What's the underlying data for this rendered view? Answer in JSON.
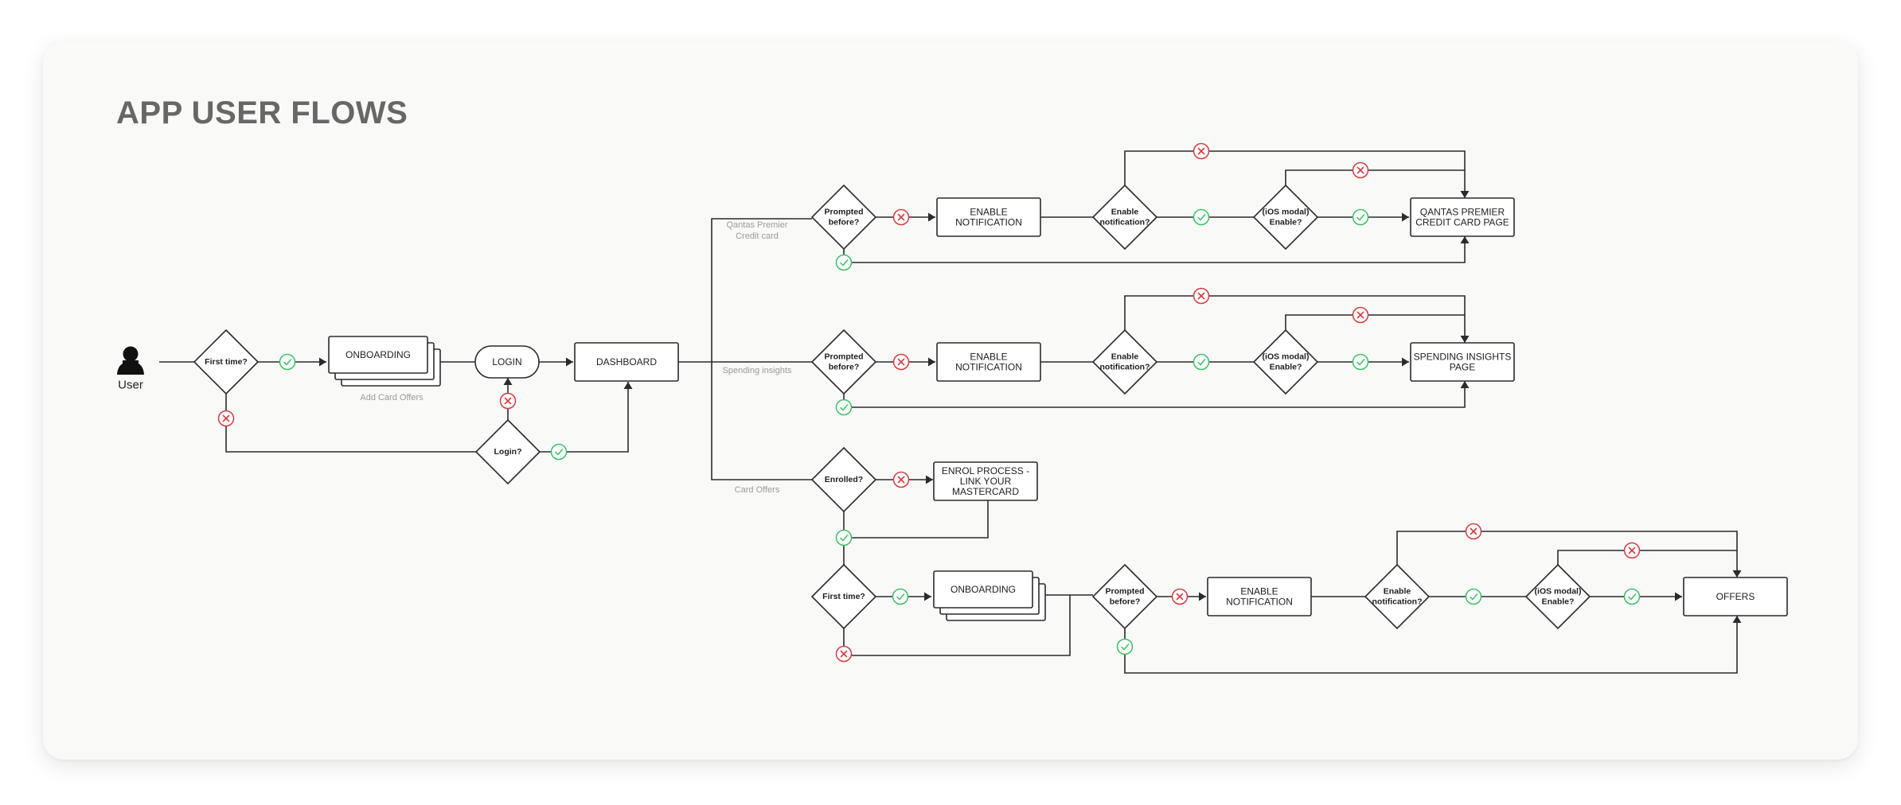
{
  "title": "APP USER FLOWS",
  "user_label": "User",
  "nodes": {
    "first_time": "First time?",
    "onboarding": "ONBOARDING",
    "login": "LOGIN",
    "dashboard": "DASHBOARD",
    "login_q": "Login?",
    "add_card_offers": "Add Card Offers"
  },
  "branches": {
    "qantas": [
      "Qantas Premier",
      "Credit card"
    ],
    "spending": "Spending insights",
    "card_offers": "Card Offers"
  },
  "flows": {
    "prompted_before": [
      "Prompted",
      "before?"
    ],
    "enable_notification_box": [
      "ENABLE",
      "NOTIFICATION"
    ],
    "enable_notification_q": [
      "Enable",
      "notification?"
    ],
    "ios_modal": [
      "(iOS modal)",
      "Enable?"
    ],
    "qantas_page": [
      "QANTAS PREMIER",
      "CREDIT CARD PAGE"
    ],
    "spending_page": [
      "SPENDING INSIGHTS",
      "PAGE"
    ],
    "enrolled": "Enrolled?",
    "enrol_process": [
      "ENROL PROCESS -",
      "LINK YOUR",
      "MASTERCARD"
    ],
    "first_time": "First time?",
    "onboarding": "ONBOARDING",
    "offers": "OFFERS"
  },
  "colors": {
    "stroke": "#2b2b2b",
    "yes": "#3cbf65",
    "no": "#d33b40",
    "muted_text": "#9b9b9b",
    "title": "#676767"
  },
  "icons": {
    "user": "user-silhouette-icon",
    "yes": "check-circle-icon",
    "no": "x-circle-icon"
  }
}
